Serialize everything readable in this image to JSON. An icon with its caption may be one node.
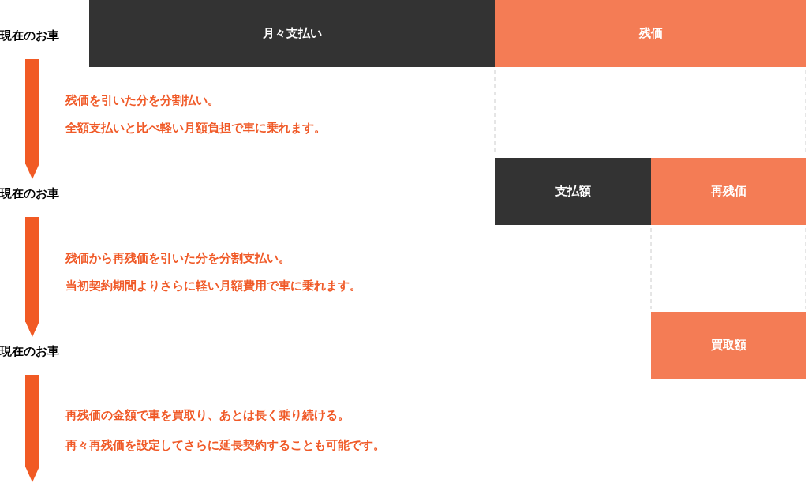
{
  "diagram": {
    "nodes": [
      {
        "text": [
          "現在のお車"
        ]
      },
      {
        "text": [
          "月々支払い"
        ]
      },
      {
        "text": [
          "残価"
        ]
      },
      {
        "text": [
          "現在のお車"
        ]
      },
      {
        "text": [
          "支払額"
        ]
      },
      {
        "text": [
          "再残価"
        ]
      },
      {
        "text": [
          "現在のお車"
        ]
      },
      {
        "text": [
          "買取額"
        ]
      }
    ],
    "edges": [
      {
        "from": 0,
        "to": 3,
        "arrow": "to"
      },
      {
        "from": 3,
        "to": 6,
        "arrow": "to"
      },
      {
        "from": 6,
        "to": null,
        "arrow": "to"
      }
    ],
    "labels": [
      "残価を引いた分を分割払い。",
      "全額支払いと比べ軽い月額負担で車に乗れます。",
      "残価から再残価を引いた分を分割支払い。",
      "当初契約期間よりさらに軽い月額費用で車に乗れます。",
      "再残価の金額で車を買取り、あとは長く乗り続ける。",
      "再々再残価を設定してさらに延長契約することも可能です。"
    ]
  }
}
